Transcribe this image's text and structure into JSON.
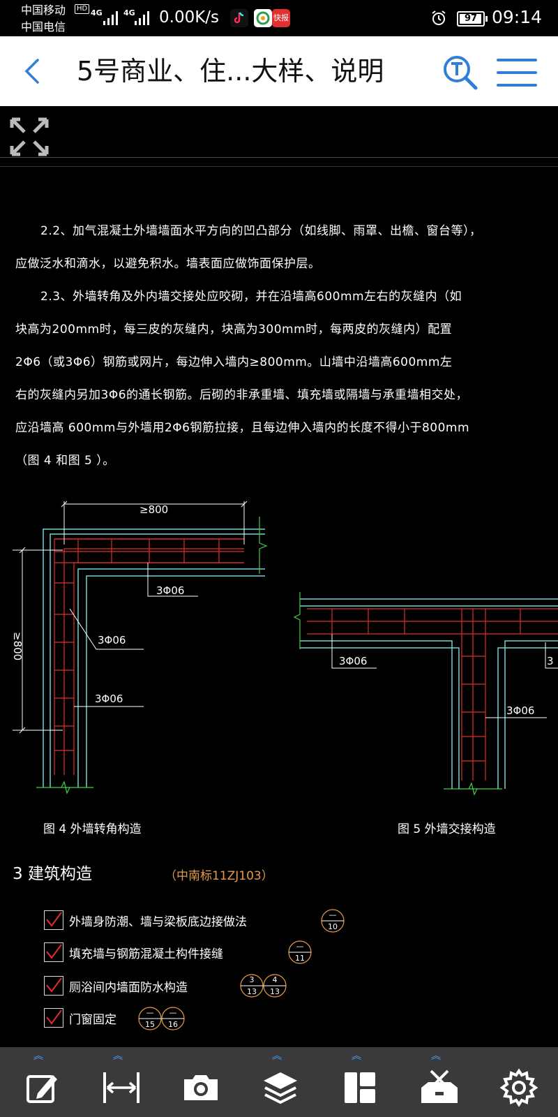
{
  "status_bar": {
    "carrier1": "中国移动",
    "carrier2": "中国电信",
    "hd_badge": "HD",
    "net1": "4G",
    "net2": "4G",
    "speed": "0.00K/s",
    "app3": "快报",
    "battery": "97",
    "battery_level": 0.97,
    "time": "09:14"
  },
  "header": {
    "title": "5号商业、住...大样、说明",
    "back_icon": "chevron-left-icon",
    "search_icon": "search-t-icon",
    "menu_icon": "hamburger-menu-icon",
    "accent": "#2f7fd8"
  },
  "canvas": {
    "expand_icon": "fullscreen-arrows-icon",
    "text_lines": [
      "2.2、加气混凝土外墙墙面水平方向的凹凸部分（如线脚、雨罩、出檐、窗台等），",
      "应做泛水和滴水，以避免积水。墙表面应做饰面保护层。",
      "2.3、外墙转角及外内墙交接处应咬砌，并在沿墙高600mm左右的灰缝内（如",
      "块高为200mm时，每三皮的灰缝内，块高为300mm时，每两皮的灰缝内）配置",
      "2Φ6（或3Φ6）钢筋或网片，每边伸入墙内≥800mm。山墙中沿墙高600mm左",
      "右的灰缝内另加3Φ6的通长钢筋。后砌的非承重墙、填充墙或隔墙与承重墙相交处，",
      "应沿墙高 600mm与外墙用2Φ6钢筋拉接，且每边伸入墙内的长度不得小于800mm",
      "（图 4   和图 5 ）。"
    ],
    "fig4": {
      "caption": "图 4    外墙转角构造",
      "dim_h": "≥800",
      "dim_v": "≥800",
      "rebar1": "3Φ06",
      "rebar2": "3Φ06",
      "rebar3": "3Φ06"
    },
    "fig5": {
      "caption": "图 5    外墙交接构造",
      "rebar1": "3Φ06",
      "rebar2": "3Φ06",
      "rebar3": "3"
    },
    "section": {
      "heading": "3   建筑构造",
      "reference": "（中南标11ZJ103）",
      "items": [
        {
          "label": "外墙身防潮、墙与梁板底边接做法",
          "refs": [
            {
              "top": "—",
              "bottom": "10"
            }
          ]
        },
        {
          "label": "填充墙与钢筋混凝土构件接缝",
          "refs": [
            {
              "top": "—",
              "bottom": "11"
            }
          ]
        },
        {
          "label": "厕浴间内墙面防水构造",
          "refs": [
            {
              "top": "3",
              "bottom": "13"
            },
            {
              "top": "4",
              "bottom": "13"
            }
          ]
        },
        {
          "label": "门窗固定",
          "refs": [
            {
              "top": "—",
              "bottom": "15"
            },
            {
              "top": "—",
              "bottom": "16"
            }
          ]
        }
      ]
    },
    "colors": {
      "background": "#000000",
      "text": "#ffffff",
      "rebar": "#e0302a",
      "wall": "#6fd6d8",
      "dimension": "#ffffff",
      "reference": "#e69a4a",
      "break_line": "#44d044"
    }
  },
  "toolbar": {
    "items": [
      {
        "name": "edit-icon"
      },
      {
        "name": "measure-icon"
      },
      {
        "name": "camera-icon"
      },
      {
        "name": "layers-icon"
      },
      {
        "name": "layout-icon"
      },
      {
        "name": "toolbox-icon"
      },
      {
        "name": "settings-icon"
      }
    ]
  }
}
